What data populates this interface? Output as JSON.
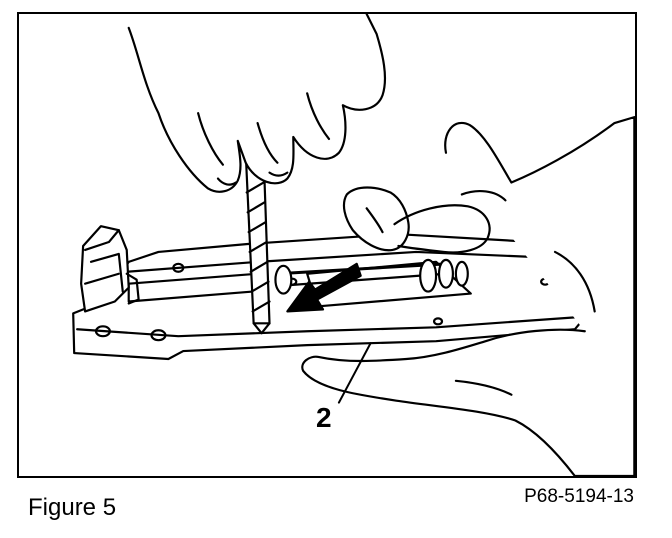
{
  "figure": {
    "callout": "2",
    "caption": "Figure 5",
    "reference_code": "P68-5194-13"
  }
}
